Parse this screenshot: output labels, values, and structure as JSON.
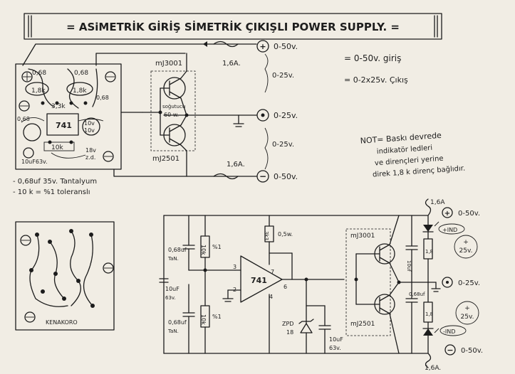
{
  "title": "= ASiMETRİK GİRİŞ SİMETRİK ÇIKIŞLI POWER SUPPLY. =",
  "colors": {
    "ink": "#1c1c1c",
    "paper": "#f1ede4",
    "led": "#1c1c1c"
  },
  "spec": {
    "input": "= 0-50v. giriş",
    "output": "= 0-2x25v. Çıkış"
  },
  "note": {
    "line1": "NOT= Baskı devrede",
    "line2": "indikatör ledleri",
    "line3": "ve dirençleri yerine",
    "line4": "direk 1,8 k direnç bağlıdır."
  },
  "pcb_notes": {
    "line1": "- 0,68uf 35v. Tantalyum",
    "line2": "- 10 k = %1 toleranslı"
  },
  "pcb_top": {
    "r1": "1,8k",
    "r2": "1,8k",
    "r3": "3,3k",
    "c1": "0,68",
    "c2": "0,68",
    "ic": "741",
    "r4": "10k",
    "c3": "10uF63v.",
    "c4": "10v",
    "zd": "18v",
    "zd2": "z.d.",
    "c5": "0,68",
    "c6": "0,68",
    "cap_a": "10v"
  },
  "pcb_bottom": {
    "label": "KENAKORO"
  },
  "top_schematic": {
    "fuse1": "1,6A.",
    "fuse2": "1,6A.",
    "t1": "mJ3001",
    "t2": "mJ2501",
    "heatsink1": "soğutucu",
    "heatsink2": "60 w.",
    "out1": "0-50v.",
    "out2": "0-25v.",
    "out3": "0-25v.",
    "out4": "0-25v.",
    "out5": "0-50v.",
    "plus": "+",
    "minus": "−"
  },
  "bottom_schematic": {
    "c1": "0,68uf",
    "c1b": "TaN.",
    "c2": "10uF",
    "c2b": "63v.",
    "c3": "0,68uf",
    "c3b": "TaN.",
    "r1": "10k",
    "r1t": "%1",
    "r2": "10k",
    "r2t": "%1",
    "r3": "3k3",
    "r3b": "0,5w.",
    "opamp": "741",
    "pin3": "3",
    "pin2": "2",
    "pin7": "7",
    "pin6": "6",
    "pin4": "4",
    "zener": "ZPD",
    "zener2": "18",
    "c4": "10uF",
    "c4b": "63v.",
    "t1": "mJ3001",
    "t2": "mJ2501",
    "fuse_top": "1,6A",
    "fuse_bottom": "1,6A.",
    "out_top": "0-50v.",
    "out_mid": "0-25v.",
    "out_bot": "0-50v.",
    "led_top": "+IND",
    "led_bot": "-IND",
    "cr1": "10uf",
    "cr2": "0,68uf",
    "rr1": "1,8",
    "rr2": "1,8",
    "badge1_sign": "+",
    "badge1_val": "25v.",
    "badge2_sign": "+",
    "badge2_val": "25v."
  }
}
